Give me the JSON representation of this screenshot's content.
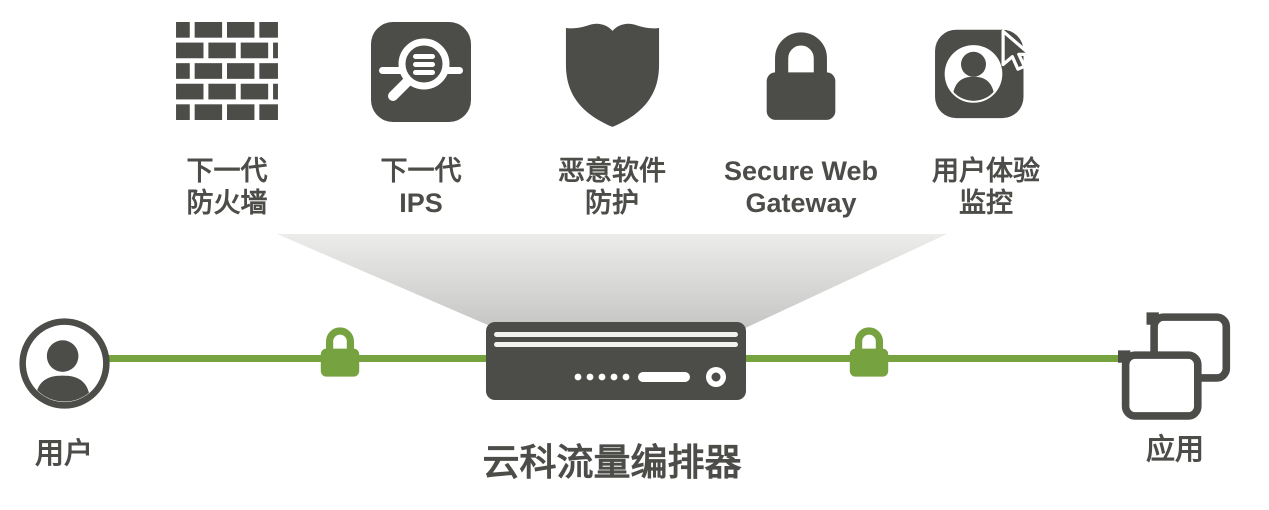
{
  "services": [
    {
      "name": "next-gen-firewall",
      "line1": "下一代",
      "line2": "防火墙"
    },
    {
      "name": "next-gen-ips",
      "line1": "下一代",
      "line2": "IPS"
    },
    {
      "name": "malware-protection",
      "line1": "恶意软件",
      "line2": "防护"
    },
    {
      "name": "secure-web-gateway",
      "line1": "Secure Web",
      "line2": "Gateway"
    },
    {
      "name": "user-experience-monitoring",
      "line1": "用户体验",
      "line2": "监控"
    }
  ],
  "nodes": {
    "user": {
      "label": "用户"
    },
    "orchestrator": {
      "label": "云科流量编排器"
    },
    "apps": {
      "label": "应用"
    }
  },
  "colors": {
    "dark": "#4c4c49",
    "green": "#76a240",
    "funnel_top": "#ececea",
    "funnel_bottom": "#c6c6c4"
  }
}
